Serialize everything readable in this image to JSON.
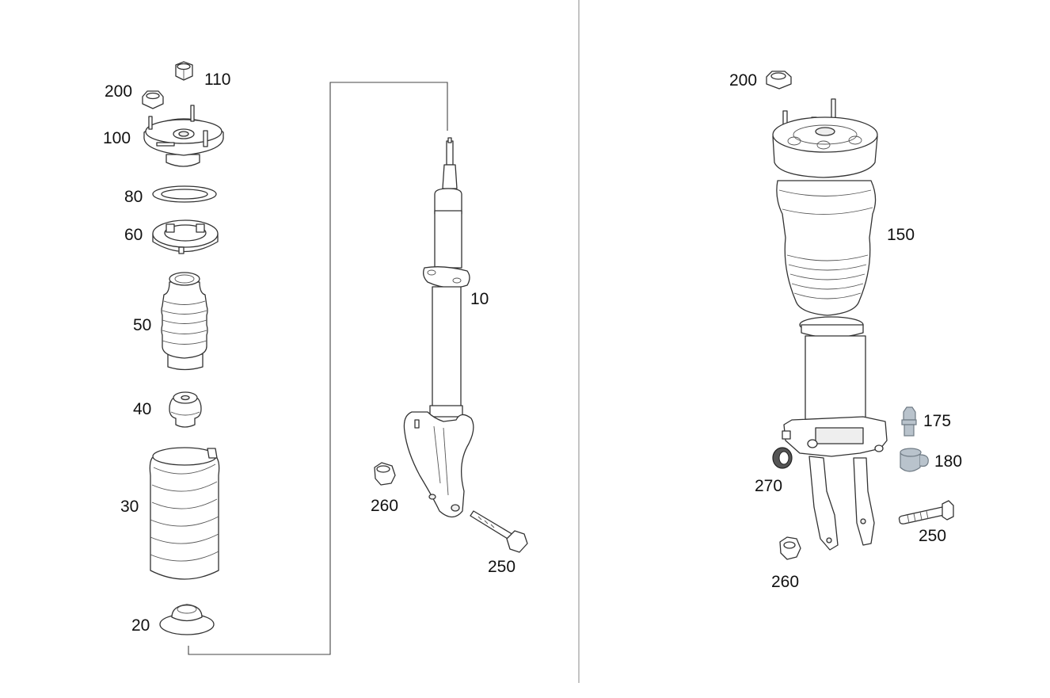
{
  "diagram": {
    "left_assembly": {
      "labels": {
        "p110": "110",
        "p200": "200",
        "p100": "100",
        "p80": "80",
        "p60": "60",
        "p50": "50",
        "p40": "40",
        "p30": "30",
        "p20": "20",
        "p10": "10",
        "p260": "260",
        "p250": "250"
      }
    },
    "right_assembly": {
      "labels": {
        "p200": "200",
        "p150": "150",
        "p175": "175",
        "p180": "180",
        "p270": "270",
        "p250": "250",
        "p260": "260"
      }
    },
    "colors": {
      "line": "#333333",
      "label": "#111111",
      "accent_part": "#b9c3cc",
      "background": "#ffffff"
    }
  }
}
